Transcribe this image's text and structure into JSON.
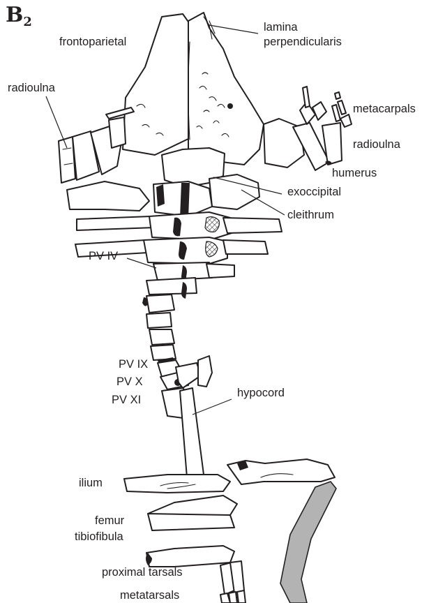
{
  "panel_label": {
    "letter": "B",
    "subscript": "2"
  },
  "labels": {
    "frontoparietal": "frontoparietal",
    "lamina_line1": "lamina",
    "lamina_line2": "perpendicularis",
    "radioulna_left": "radioulna",
    "metacarpals": "metacarpals",
    "radioulna_right": "radioulna",
    "humerus": "humerus",
    "exoccipital": "exoccipital",
    "cleithrum": "cleithrum",
    "pv_iv": "PV IV",
    "pv_ix": "PV IX",
    "pv_x": "PV X",
    "pv_xi": "PV XI",
    "hypocord": "hypocord",
    "ilium": "ilium",
    "femur": "femur",
    "tibiofibula": "tibiofibula",
    "proximal_tarsals": "proximal tarsals",
    "metatarsals": "metatarsals"
  },
  "colors": {
    "ink": "#231f20",
    "shaded_bone": "#b3b3b3",
    "background": "#ffffff"
  }
}
